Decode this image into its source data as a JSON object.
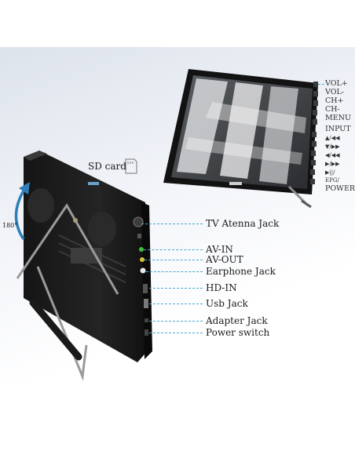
{
  "callouts": {
    "sd_card": "SD card",
    "rotation": "180°",
    "tv_antenna": "TV Atenna Jack",
    "av_in": "AV-IN",
    "av_out": "AV-OUT",
    "earphone": "Earphone Jack",
    "hd_in": "HD-IN",
    "usb": "Usb Jack",
    "adapter": "Adapter Jack",
    "power_switch": "Power switch"
  },
  "side_buttons": {
    "vol_plus": "VOL+",
    "vol_minus": "VOL-",
    "ch_plus": "CH+",
    "ch_minus": "CH-",
    "menu": "MENU",
    "input": "INPUT",
    "up_rew": "▲/◀◀",
    "down_ff": "▼/▶▶",
    "left_prev": "◀/◀◀",
    "right_next": "▶/▶▶",
    "play_pause": "▶||/",
    "epg": "EPG/",
    "power": "POWER"
  },
  "colors": {
    "device_body": "#1a1a1a",
    "callout_line": "#4aa8cf",
    "rotation_arrow": "#2f7fb8"
  }
}
